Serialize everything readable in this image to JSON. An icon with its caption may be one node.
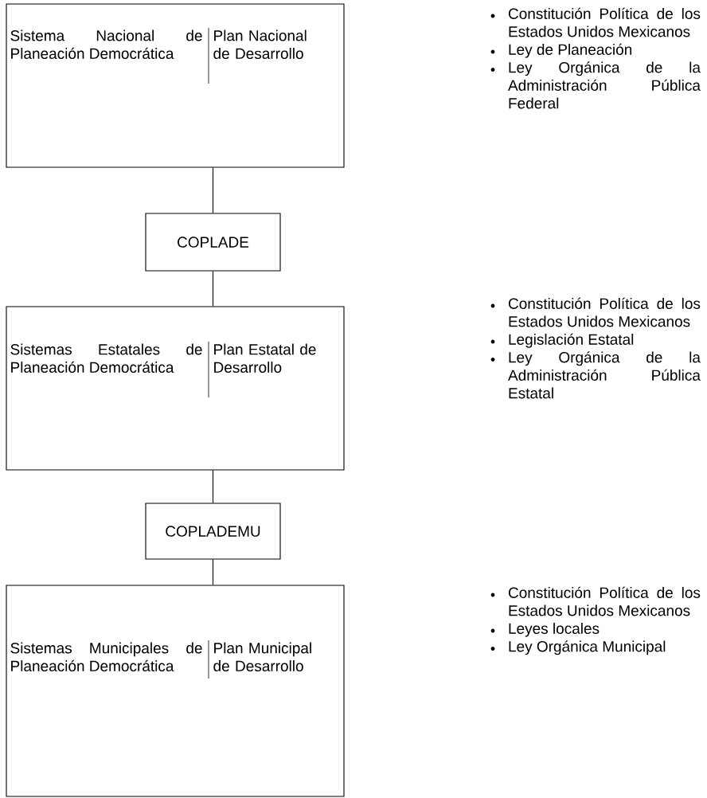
{
  "diagram": {
    "nodes": [
      {
        "text": [
          "Sistema Nacional de Planeación Democrática",
          "Plan Nacional de Desarrollo"
        ],
        "beside": [
          "Constitución Política de los Estados Unidos Mexicanos",
          "Ley de Planeación",
          "Ley Orgánica de la Administración Pública Federal"
        ]
      },
      {
        "text": [
          "COPLADE"
        ]
      },
      {
        "text": [
          "Sistemas Estatales de Planeación Democrática",
          "Plan Estatal de Desarrollo"
        ],
        "beside": [
          "Constitución Política de los Estados Unidos Mexicanos",
          "Legislación Estatal",
          "Ley Orgánica de la Administración Pública Estatal"
        ]
      },
      {
        "text": [
          "COPLADEMU"
        ]
      },
      {
        "text": [
          "Sistemas Municipales de Planeación Democrática",
          "Plan Municipal de Desarrollo"
        ],
        "beside": [
          "Constitución Política de los Estados Unidos Mexicanos",
          "Leyes locales",
          "Ley Orgánica Municipal"
        ]
      }
    ],
    "edges": [
      {
        "from": 0,
        "to": 1,
        "arrow": "none"
      },
      {
        "from": 1,
        "to": 2,
        "arrow": "none"
      },
      {
        "from": 2,
        "to": 3,
        "arrow": "none"
      },
      {
        "from": 3,
        "to": 4,
        "arrow": "none"
      }
    ]
  }
}
